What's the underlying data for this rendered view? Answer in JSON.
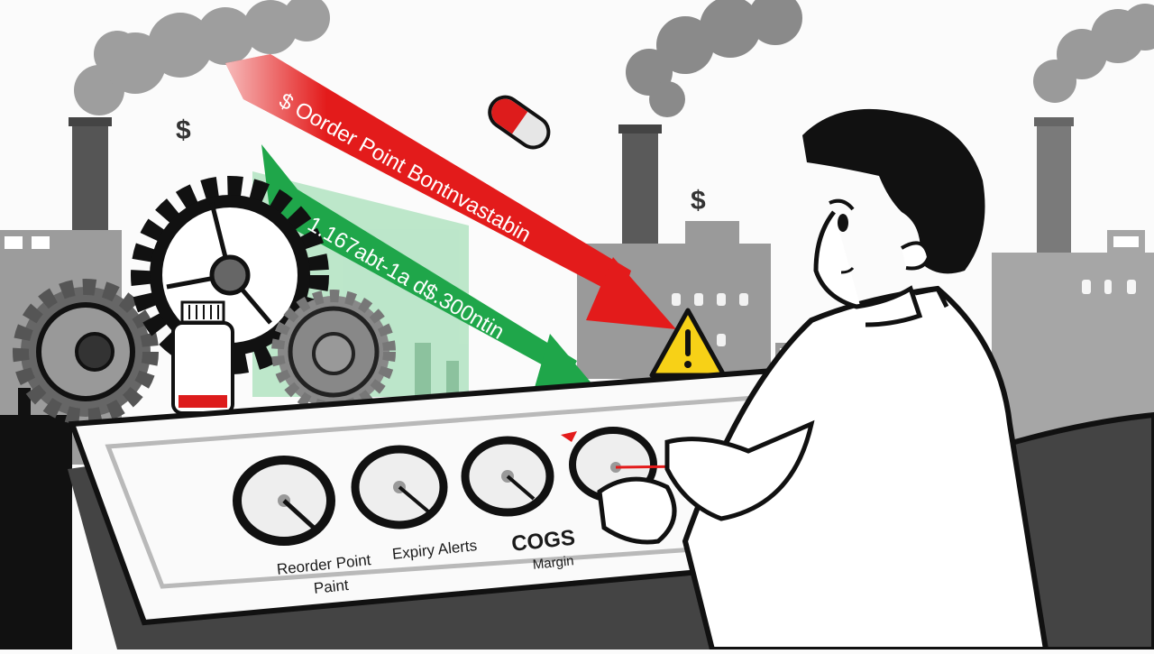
{
  "scene": {
    "description": "Illustration of a man in a white coat adjusting gauges on an industrial control panel in front of factories, gears and a medicine bottle, with red and green trend arrows",
    "colors": {
      "background": "#fbfbfb",
      "red_arrow": "#e31b1b",
      "green_arrow": "#1fa64a",
      "warning_yellow": "#f7d117",
      "factory_gray": "#9a9a9a",
      "smoke_gray": "#8a8a8a",
      "outline": "#111111"
    }
  },
  "arrows": {
    "red": {
      "label": "$ Oorder Point  Bontnvastabin",
      "direction": "down-right"
    },
    "green": {
      "label": "1.167abt-1a d$.300ntin",
      "direction": "down-right"
    }
  },
  "icons": {
    "dollar_left": "$",
    "dollar_right": "$",
    "warning": "!"
  },
  "panel": {
    "gauges": [
      {
        "label_line1": "Reorder Point",
        "label_line2": "Paint"
      },
      {
        "label_line1": "Expiry Alerts",
        "label_line2": ""
      },
      {
        "label_line1": "COGS",
        "label_line2": "Margin"
      },
      {
        "label_line1": "",
        "label_line2": ""
      }
    ]
  }
}
